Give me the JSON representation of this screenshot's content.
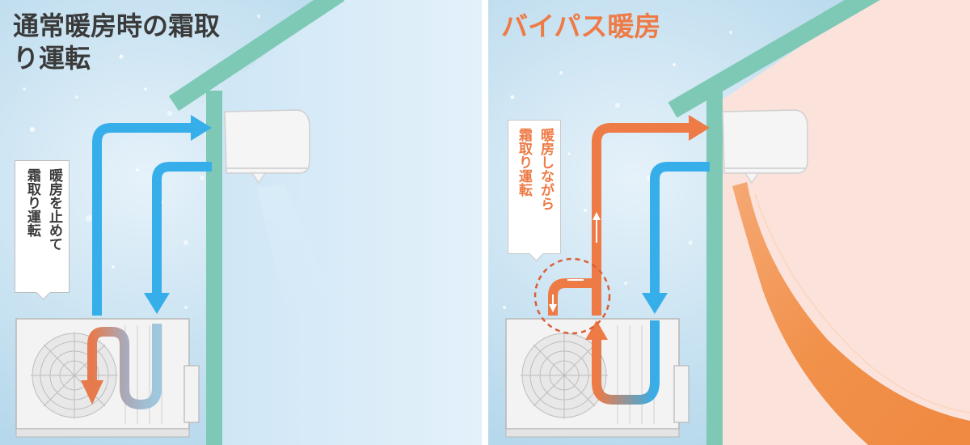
{
  "left_panel": {
    "title": "通常暖房時の霜取り運転",
    "bubble_lines": [
      "暖房を止めて",
      "霜取り運転"
    ]
  },
  "right_panel": {
    "title": "バイパス暖房",
    "bubble_lines": [
      "暖房しながら",
      "霜取り運転"
    ]
  },
  "colors": {
    "wall_green": "#7ec9b6",
    "cold_flow_blue": "#36aeea",
    "warm_flow_orange": "#ee7a45",
    "left_room_bg": "#dcedf8",
    "right_room_bg": "#fbe3dc",
    "snow_sky": "#b9daee"
  },
  "icons": [
    "snowflake-background",
    "indoor-unit",
    "outdoor-unit",
    "fan-grille",
    "flow-arrow",
    "dashed-highlight-circle",
    "warm-airflow"
  ]
}
